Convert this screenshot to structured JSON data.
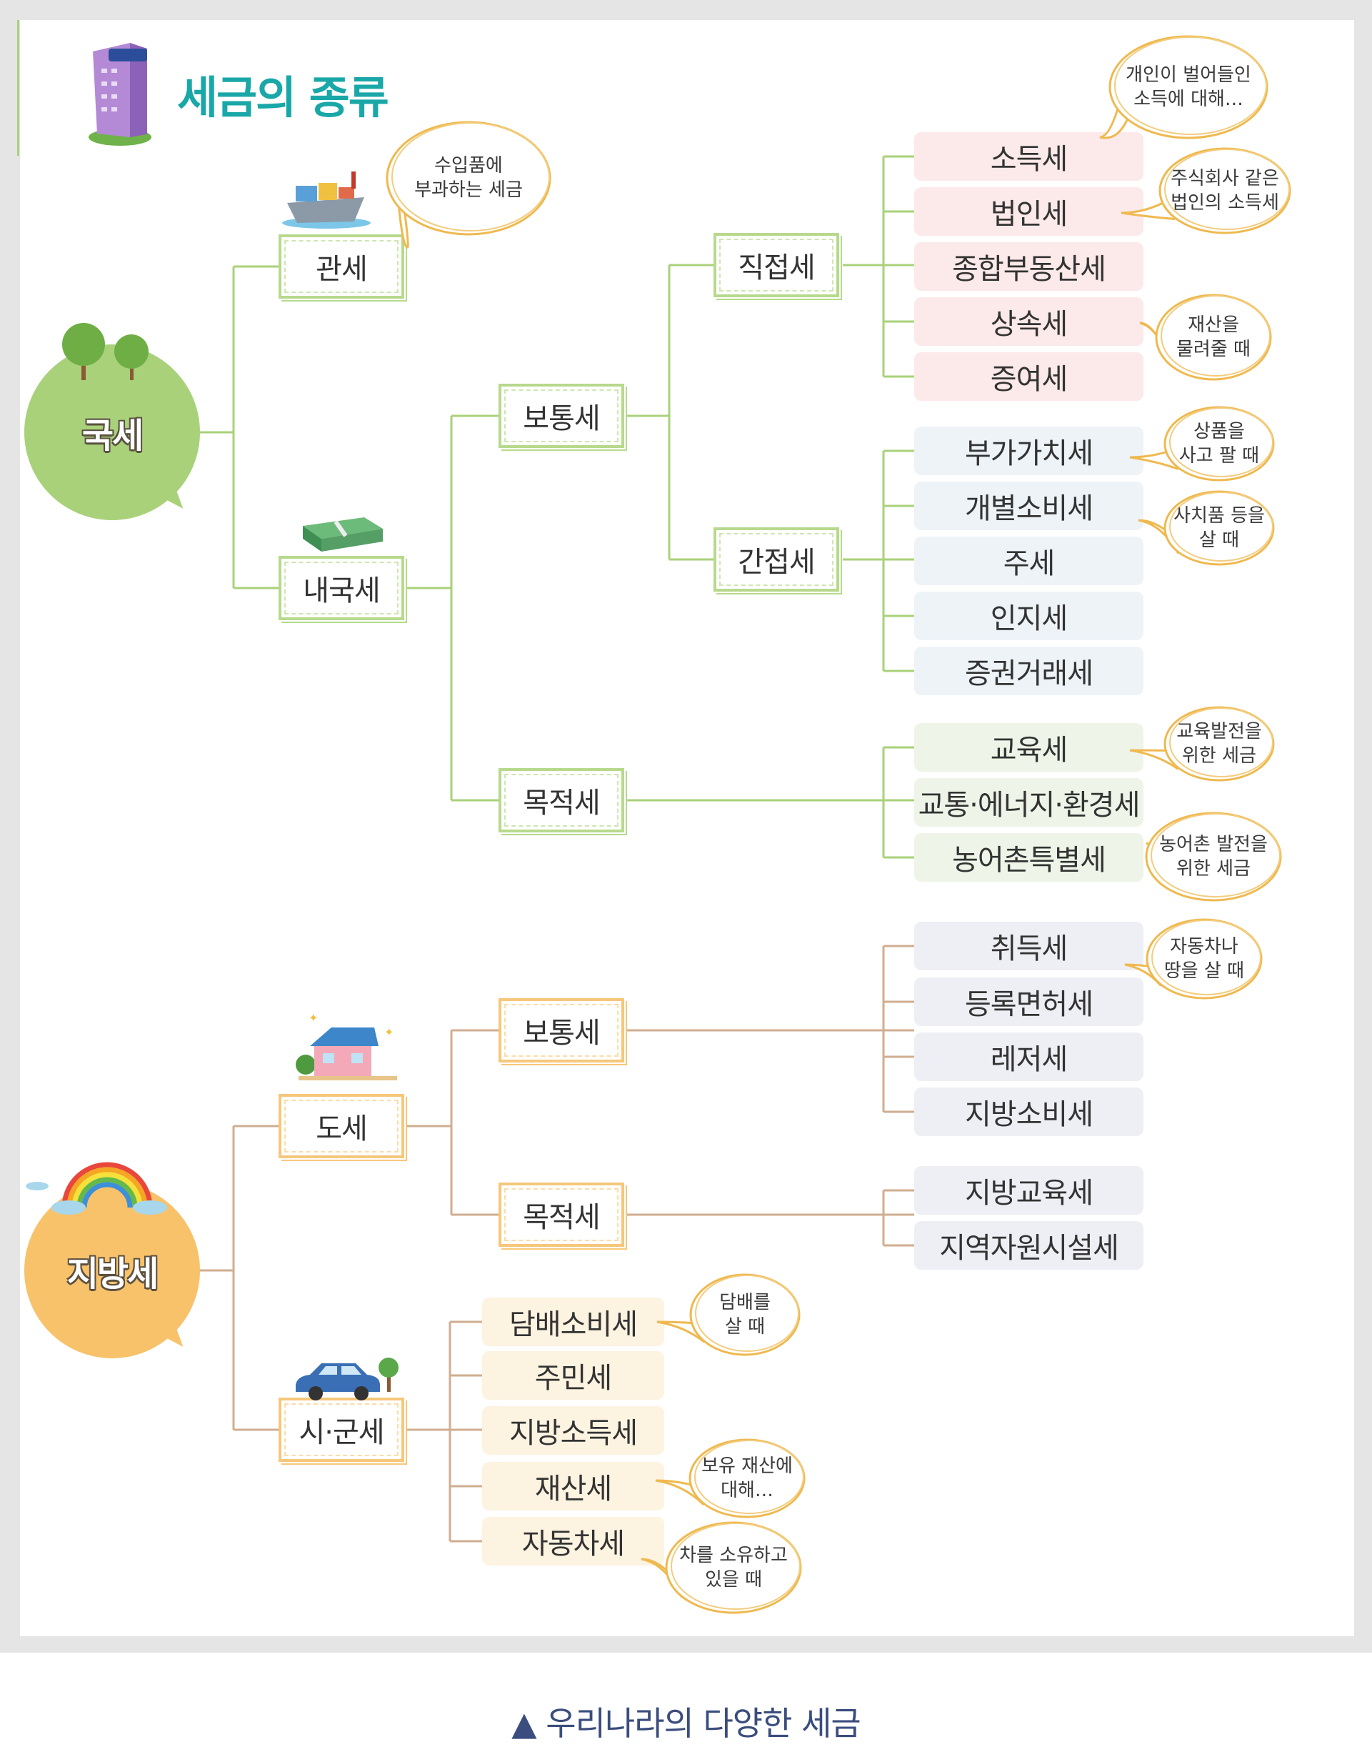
{
  "title": "세금의 종류",
  "caption": "▲ 우리나라의 다양한 세금",
  "colors": {
    "national": "#a9d17a",
    "local": "#f8c26a",
    "title": "#1aa7a8",
    "caption": "#3b4d7e"
  },
  "national": {
    "label": "국세",
    "customs": {
      "label": "관세",
      "note": "수입품에\n부과하는 세금"
    },
    "internal": {
      "label": "내국세",
      "ordinary": {
        "label": "보통세",
        "direct": {
          "label": "직접세",
          "items": [
            "소득세",
            "법인세",
            "종합부동산세",
            "상속세",
            "증여세"
          ]
        },
        "indirect": {
          "label": "간접세",
          "items": [
            "부가가치세",
            "개별소비세",
            "주세",
            "인지세",
            "증권거래세"
          ]
        }
      },
      "purpose": {
        "label": "목적세",
        "items": [
          "교육세",
          "교통·에너지·환경세",
          "농어촌특별세"
        ]
      }
    },
    "notes": {
      "income": "개인이 벌어들인\n소득에 대해…",
      "corporate": "주식회사 같은\n법인의 소득세",
      "inherit": "재산을\n물려줄 때",
      "vat": "상품을\n사고 팔 때",
      "consumption": "사치품 등을\n살 때",
      "education": "교육발전을\n위한 세금",
      "rural": "농어촌 발전을\n위한 세금"
    }
  },
  "local": {
    "label": "지방세",
    "province": {
      "label": "도세",
      "ordinary": {
        "label": "보통세",
        "items": [
          "취득세",
          "등록면허세",
          "레저세",
          "지방소비세"
        ]
      },
      "purpose": {
        "label": "목적세",
        "items": [
          "지방교육세",
          "지역자원시설세"
        ]
      }
    },
    "city": {
      "label": "시·군세",
      "items": [
        "담배소비세",
        "주민세",
        "지방소득세",
        "재산세",
        "자동차세"
      ]
    },
    "notes": {
      "acquisition": "자동차나\n땅을 살 때",
      "tobacco": "담배를\n살 때",
      "property": "보유 재산에\n대해…",
      "vehicle": "차를 소유하고\n있을 때"
    }
  },
  "icons": {
    "title": "nts-building-icon",
    "national": "trees-icon",
    "customs": "cargo-ship-icon",
    "internal": "money-stack-icon",
    "province": "house-icon",
    "local": "rainbow-icon",
    "city": "car-icon"
  }
}
